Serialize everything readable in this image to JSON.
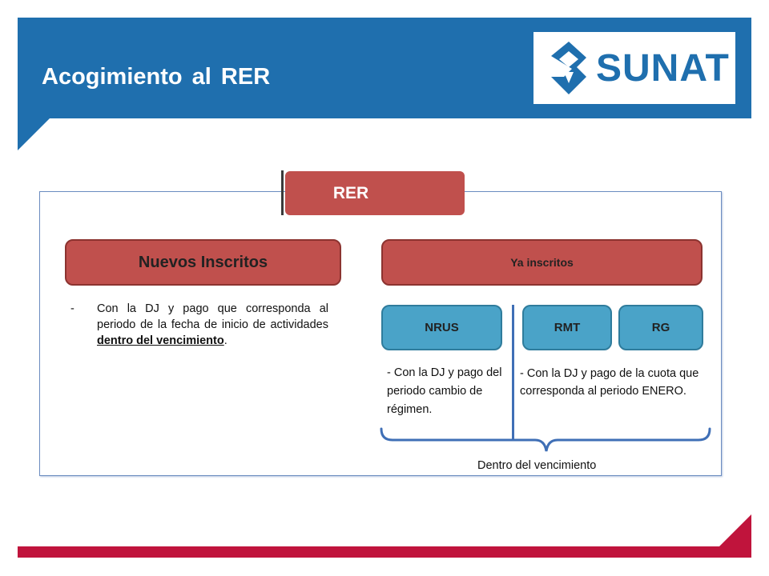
{
  "header": {
    "title": "Acogimiento al RER",
    "logo_text": "SUNAT",
    "colors": {
      "band": "#1f6fae",
      "footer": "#c0143c"
    }
  },
  "diagram": {
    "root": "RER",
    "nuevos": {
      "label": "Nuevos Inscritos",
      "dash": "-",
      "text_main": "Con la DJ y pago que corresponda al periodo de la fecha de inicio de actividades ",
      "text_emph": "dentro del vencimiento",
      "text_end": "."
    },
    "ya": {
      "label": "Ya inscritos",
      "regimes": [
        "NRUS",
        "RMT",
        "RG"
      ],
      "nrus_text": "- Con la DJ y pago del periodo cambio de régimen.",
      "rmt_rg_text": "- Con la DJ y pago de la cuota que corresponda al periodo ENERO."
    },
    "caption": "Dentro del vencimiento",
    "colors": {
      "red": "#c0504d",
      "teal": "#4aa3c8",
      "line": "#3f6fb6"
    }
  }
}
